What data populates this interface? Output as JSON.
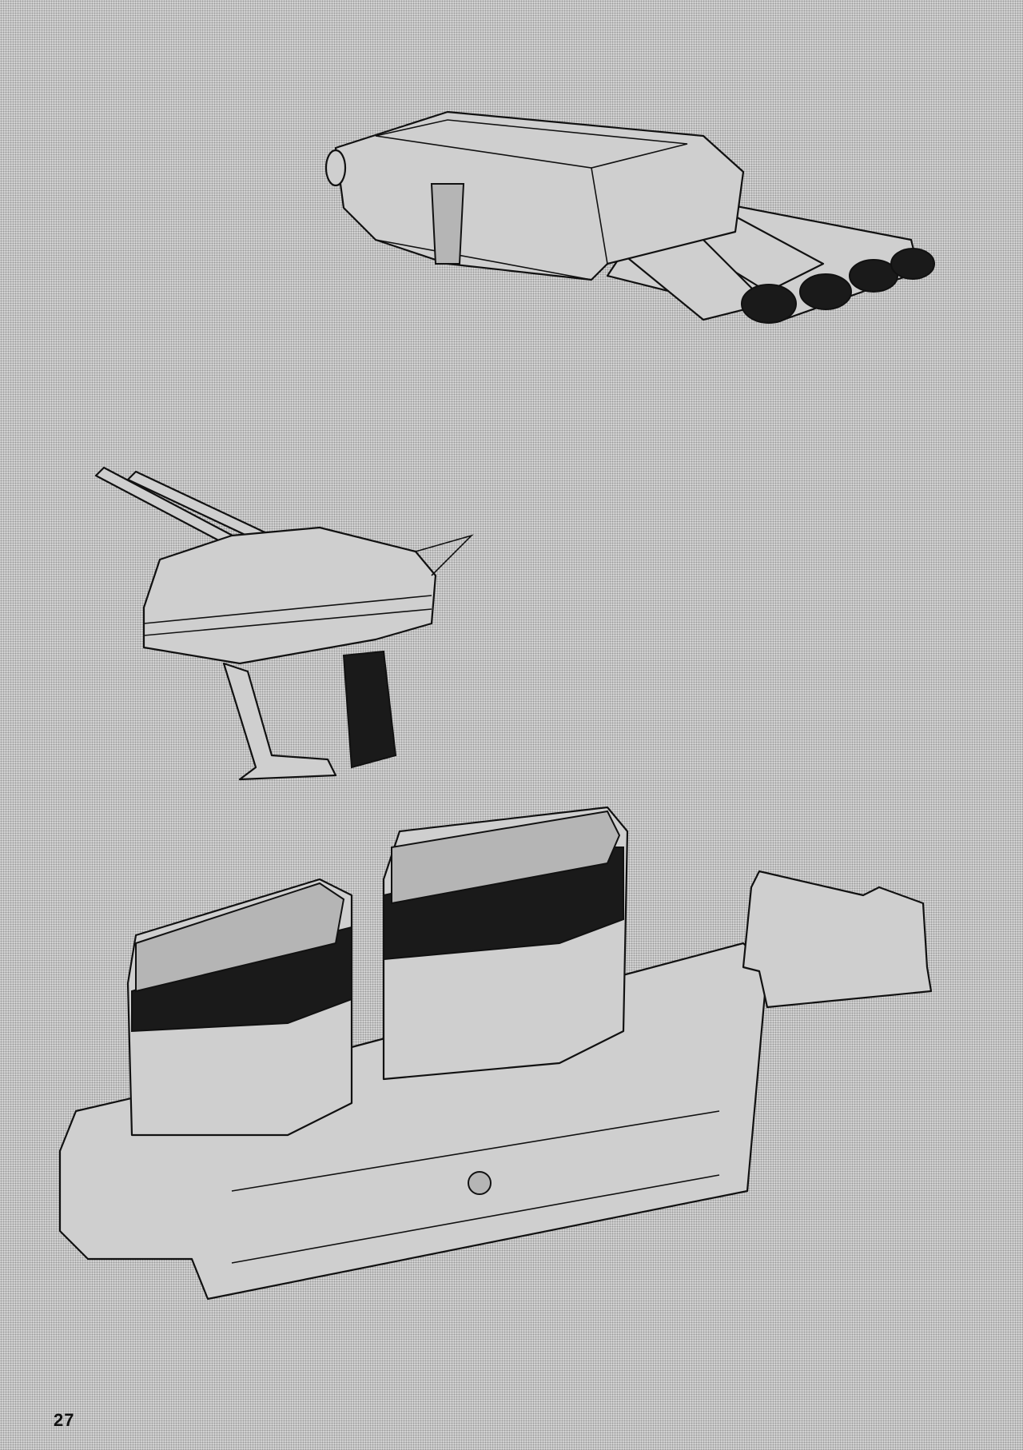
{
  "page": {
    "page_number": "27"
  },
  "illustrations": [
    {
      "icon": "triple-turret-illustration"
    },
    {
      "icon": "gun-turret-pistol-grip-illustration"
    },
    {
      "icon": "twin-funnel-hull-illustration"
    }
  ]
}
